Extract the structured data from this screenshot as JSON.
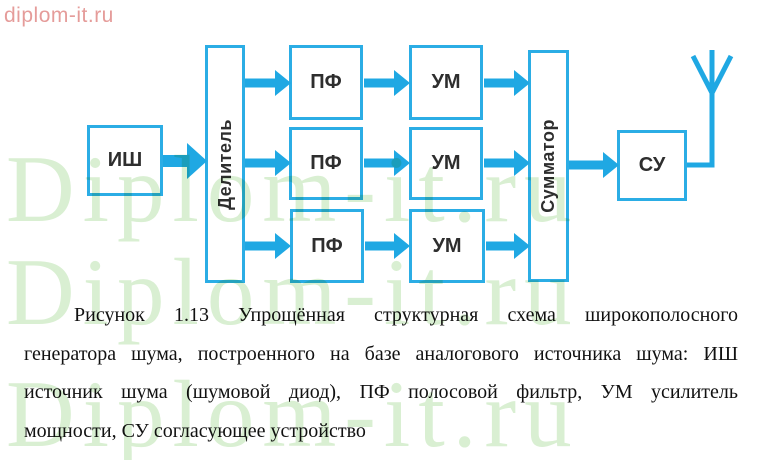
{
  "colors": {
    "accent": "#1fa8e3",
    "border": "#2bade5",
    "label": "#2e2e2e",
    "watermark": "#d9efd2",
    "logo": "#e59c9a",
    "caption": "#111111"
  },
  "logo": {
    "text": "diplom-it.ru"
  },
  "watermark": {
    "text": "Diplom-it.ru"
  },
  "diagram": {
    "blocks": [
      {
        "id": "ish",
        "label": "ИШ"
      },
      {
        "id": "divider",
        "label": "Делитель"
      },
      {
        "id": "pf1",
        "label": "ПФ"
      },
      {
        "id": "pf2",
        "label": "ПФ"
      },
      {
        "id": "pf3",
        "label": "ПФ"
      },
      {
        "id": "um1",
        "label": "УМ"
      },
      {
        "id": "um2",
        "label": "УМ"
      },
      {
        "id": "um3",
        "label": "УМ"
      },
      {
        "id": "summator",
        "label": "Сумматор"
      },
      {
        "id": "su",
        "label": "СУ"
      }
    ],
    "connections": [
      {
        "from": "ИШ",
        "to": "Делитель"
      },
      {
        "from": "Делитель",
        "to": "ПФ (верхний)"
      },
      {
        "from": "Делитель",
        "to": "ПФ (средний)"
      },
      {
        "from": "Делитель",
        "to": "ПФ (нижний)"
      },
      {
        "from": "ПФ (верхний)",
        "to": "УМ (верхний)"
      },
      {
        "from": "ПФ (средний)",
        "to": "УМ (средний)"
      },
      {
        "from": "ПФ (нижний)",
        "to": "УМ (нижний)"
      },
      {
        "from": "УМ (верхний)",
        "to": "Сумматор"
      },
      {
        "from": "УМ (средний)",
        "to": "Сумматор"
      },
      {
        "from": "УМ (нижний)",
        "to": "Сумматор"
      },
      {
        "from": "Сумматор",
        "to": "СУ"
      },
      {
        "from": "СУ",
        "to": "антенна"
      }
    ]
  },
  "caption": {
    "lines": [
      "Рисунок 1.13 Упрощённая структурная схема широкополосного",
      "генератора шума, построенного на базе аналогового источника шума: ИШ",
      "источник шума (шумовой диод), ПФ  полосовой фильтр, УМ  усилитель",
      "мощности, СУ  согласующее устройство"
    ]
  }
}
